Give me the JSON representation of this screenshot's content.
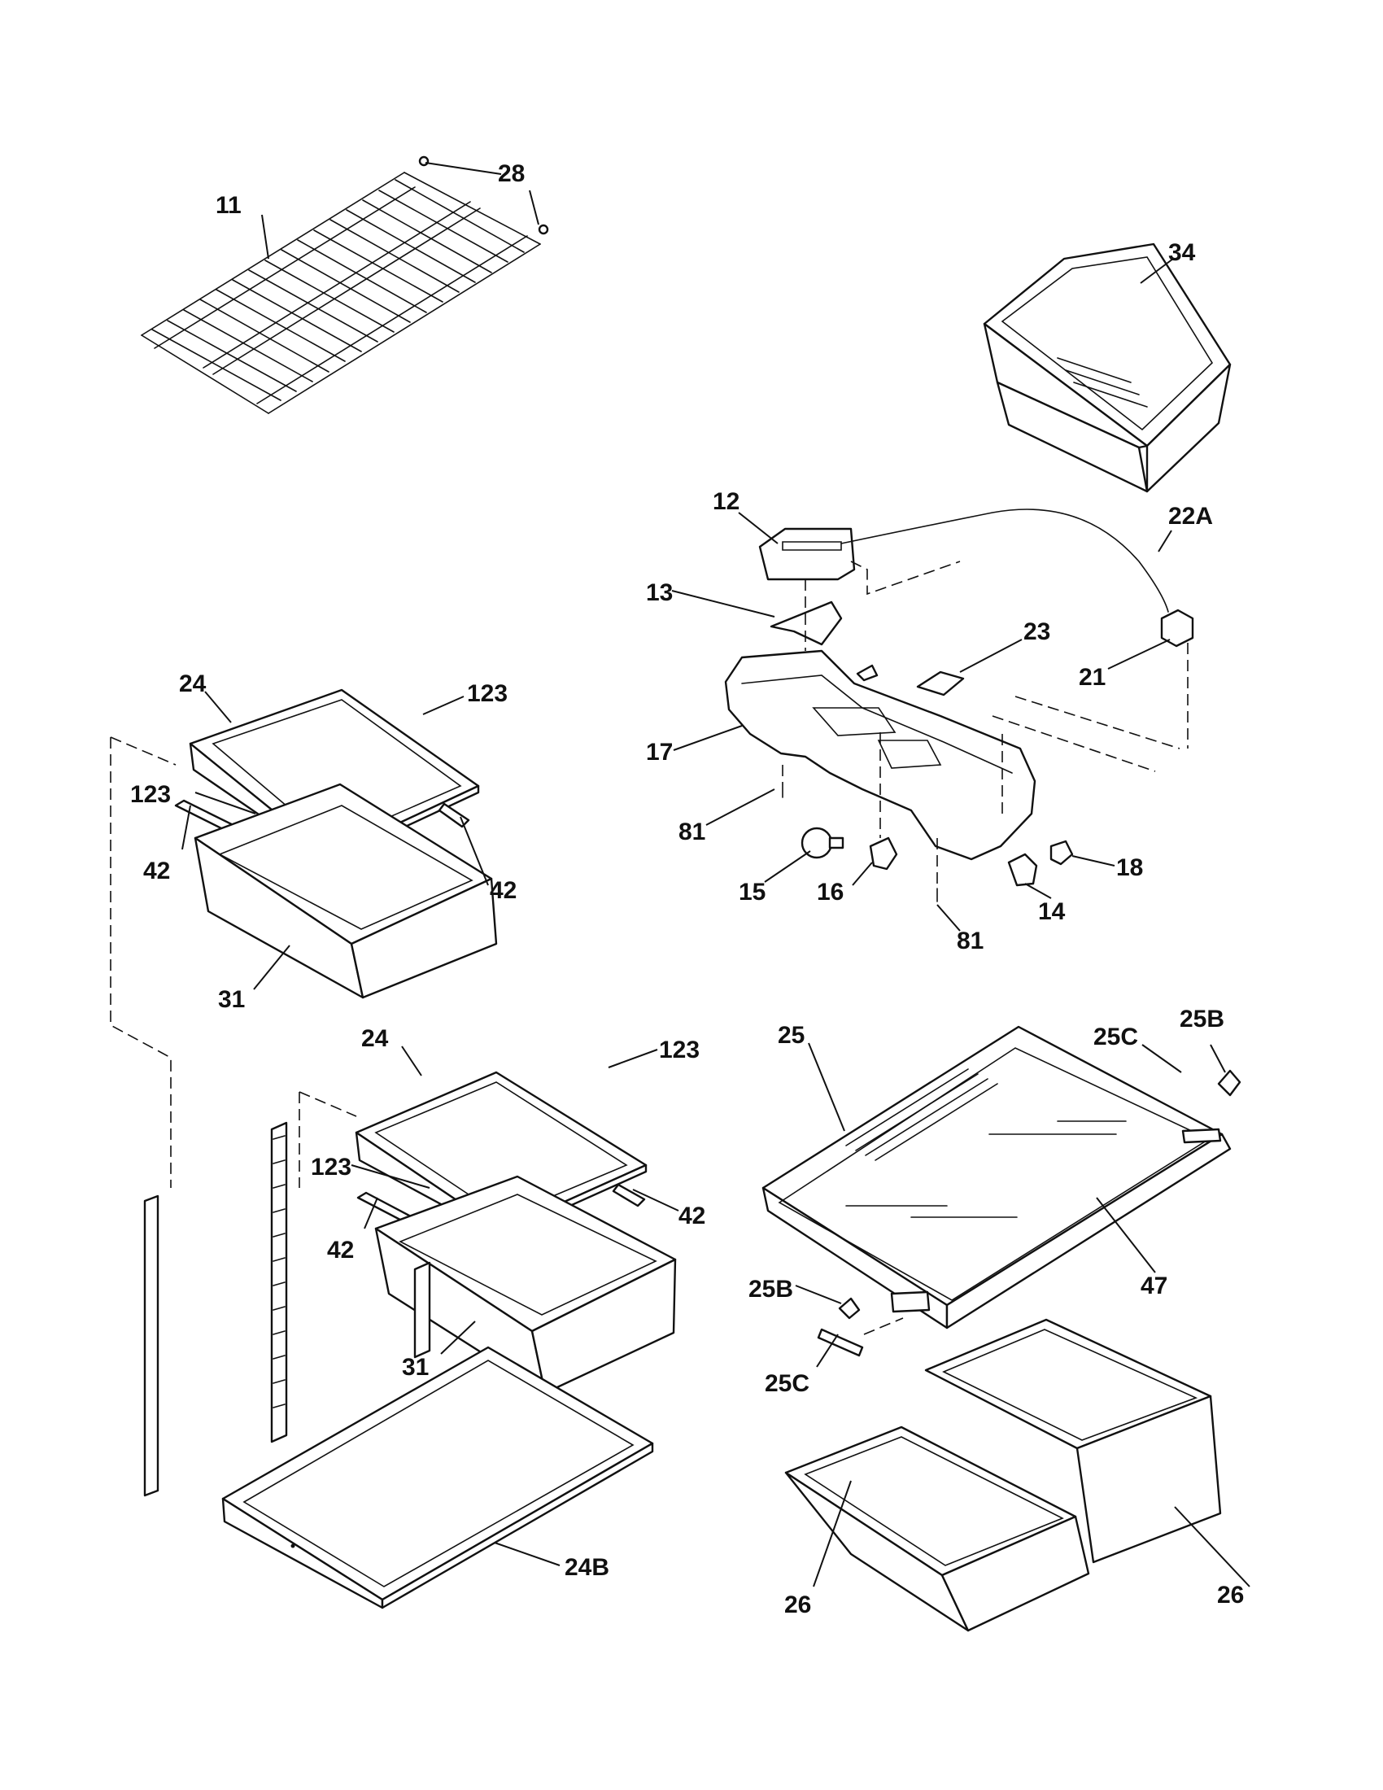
{
  "callouts": {
    "c11": "11",
    "c28": "28",
    "c34": "34",
    "c12": "12",
    "c22a": "22A",
    "c13": "13",
    "c23": "23",
    "c21": "21",
    "c17": "17",
    "c81a": "81",
    "c18": "18",
    "c15": "15",
    "c16": "16",
    "c14": "14",
    "c81b": "81",
    "c24a": "24",
    "c123a": "123",
    "c123b": "123",
    "c42a": "42",
    "c42b": "42",
    "c31a": "31",
    "c24b": "24",
    "c123c": "123",
    "c123d": "123",
    "c42c": "42",
    "c42d": "42",
    "c31b": "31",
    "c24bb": "24B",
    "c25": "25",
    "c25c_top": "25C",
    "c25b_top": "25B",
    "c47": "47",
    "c25b_low": "25B",
    "c25c_low": "25C",
    "c26a": "26",
    "c26b": "26"
  }
}
